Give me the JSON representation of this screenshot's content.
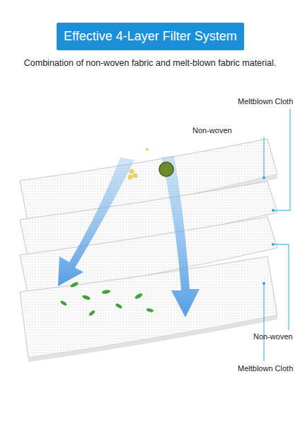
{
  "diagram": {
    "title": "Effective 4-Layer Filter System",
    "labels": [
      "Combination of non-woven fabric and melt-blown fabric material.",
      "Meltblown Cloth",
      "Non-woven",
      "Non-woven",
      "Meltblown Cloth"
    ]
  }
}
